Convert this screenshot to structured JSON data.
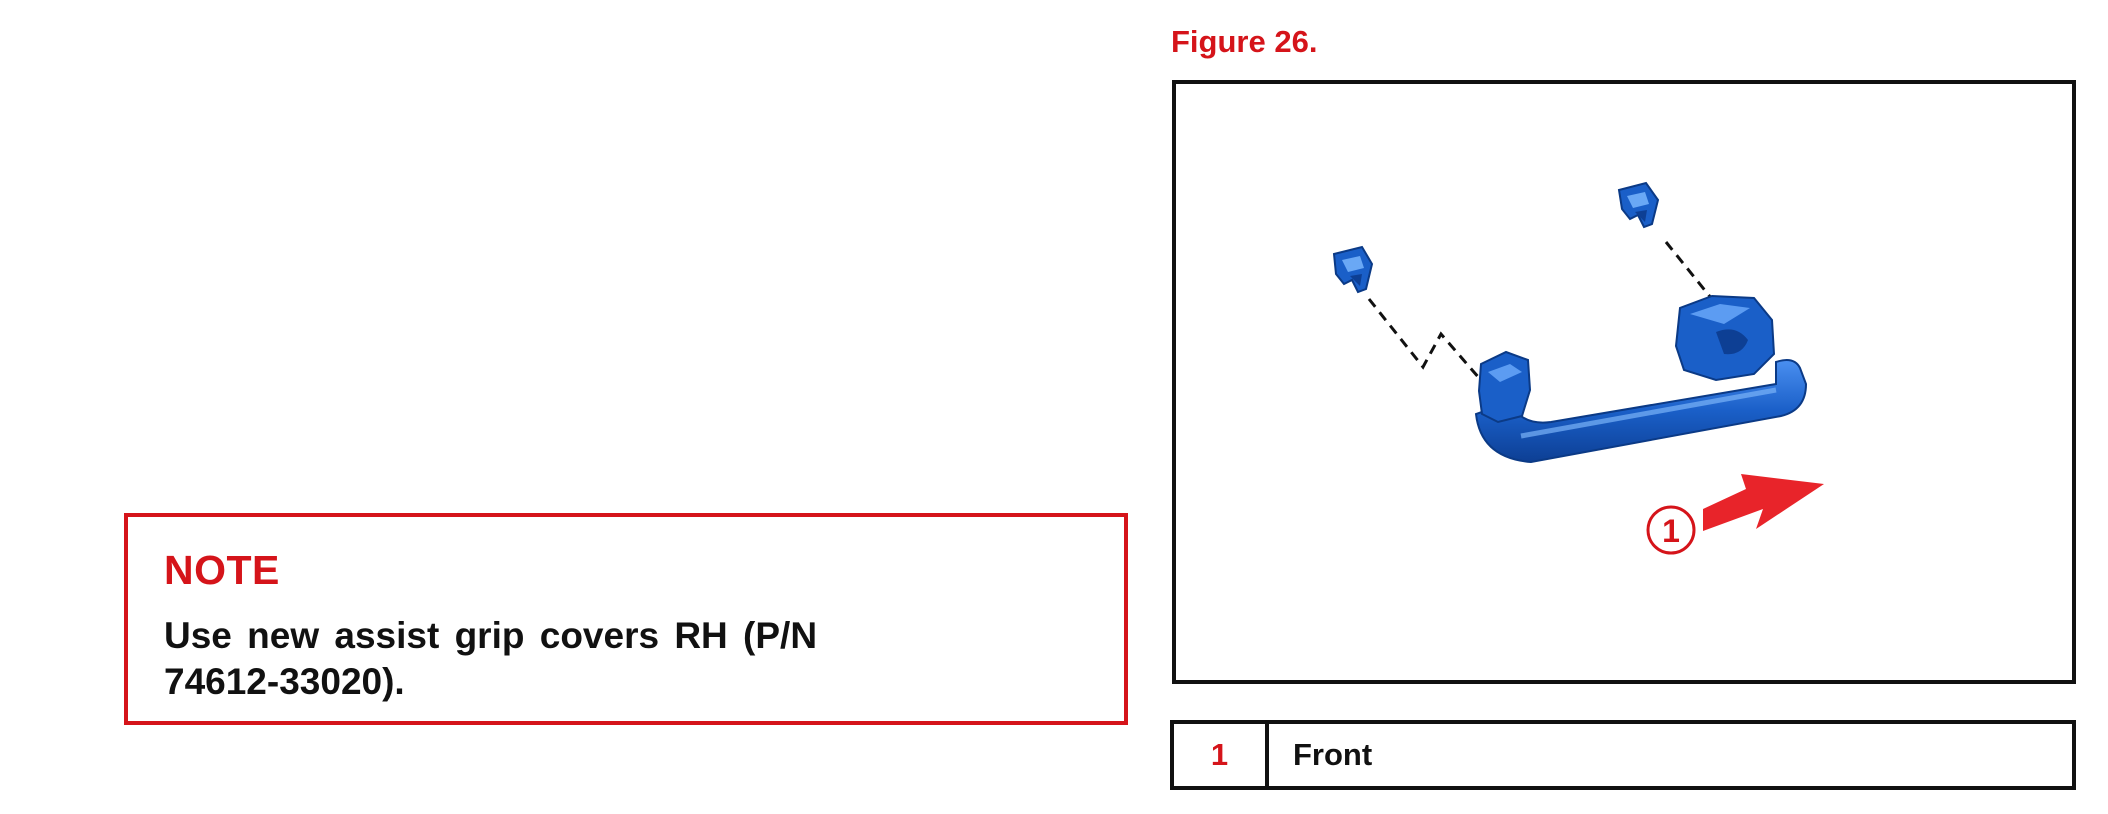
{
  "note": {
    "title": "NOTE",
    "text": "Use new assist grip covers RH (P/N 74612-33020)."
  },
  "figure": {
    "caption": "Figure 26.",
    "callout_number": "1",
    "legend": [
      {
        "number": "1",
        "label": "Front"
      }
    ]
  },
  "colors": {
    "accent_red": "#d5141a",
    "part_blue": "#1a5fc8"
  },
  "icons": {
    "arrow": "front-direction-arrow-icon",
    "part": "assist-grip-illustration"
  }
}
